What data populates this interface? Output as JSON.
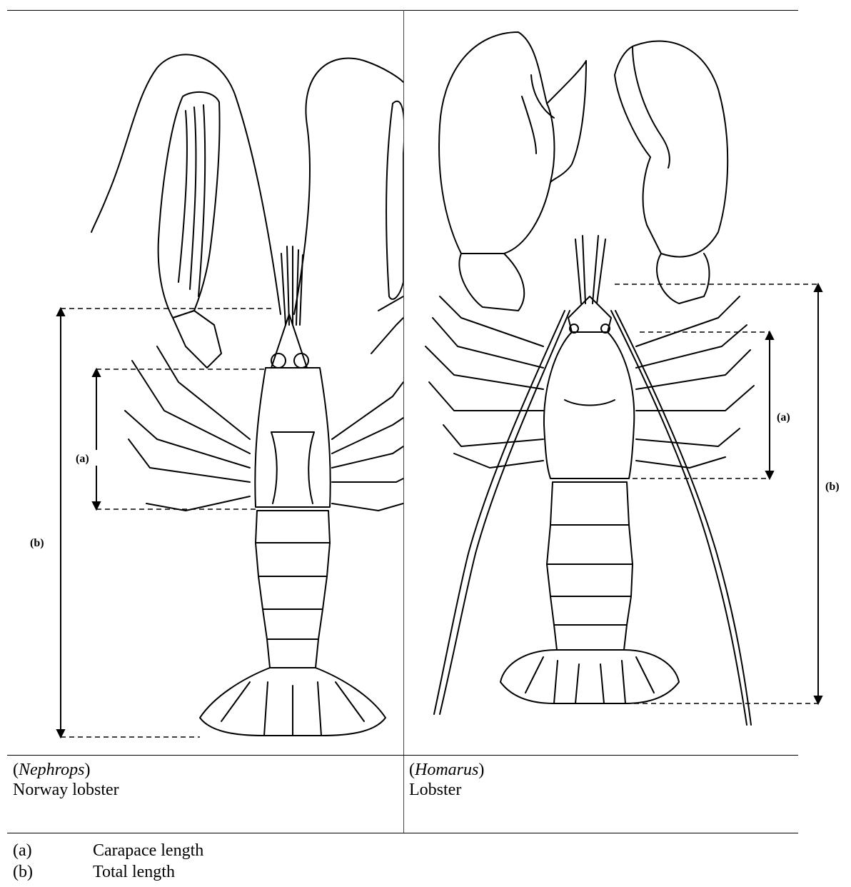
{
  "panels": [
    {
      "genus": "Nephrops",
      "common_name": "Norway lobster",
      "dimension_labels": {
        "a": "(a)",
        "b": "(b)"
      }
    },
    {
      "genus": "Homarus",
      "common_name": "Lobster",
      "dimension_labels": {
        "a": "(a)",
        "b": "(b)"
      }
    }
  ],
  "legend": [
    {
      "key": "(a)",
      "text": "Carapace length"
    },
    {
      "key": "(b)",
      "text": "Total length"
    }
  ],
  "colors": {
    "ink": "#000000",
    "background": "#ffffff"
  }
}
